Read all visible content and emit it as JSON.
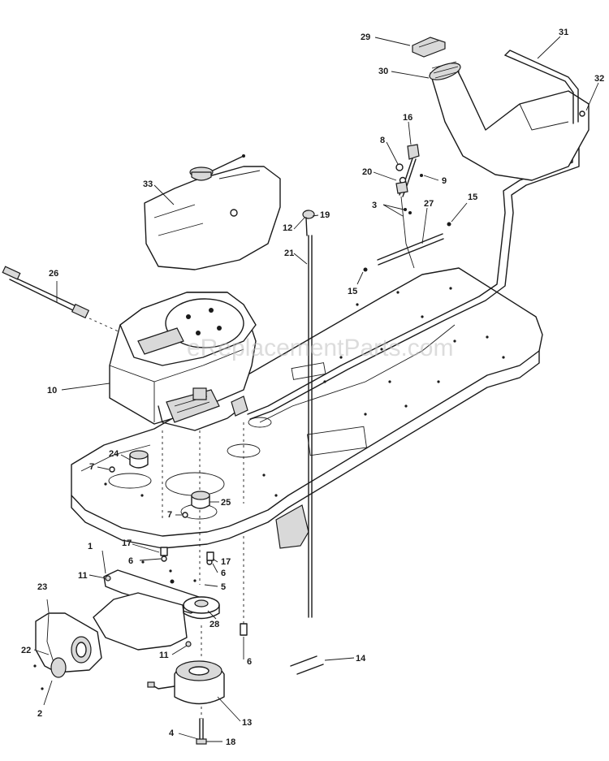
{
  "watermark": "eReplacementParts.com",
  "callouts": [
    {
      "id": "c1",
      "text": "1"
    },
    {
      "id": "c2",
      "text": "2"
    },
    {
      "id": "c3",
      "text": "3"
    },
    {
      "id": "c4",
      "text": "4"
    },
    {
      "id": "c5",
      "text": "5"
    },
    {
      "id": "c6a",
      "text": "6"
    },
    {
      "id": "c6b",
      "text": "6"
    },
    {
      "id": "c6c",
      "text": "6"
    },
    {
      "id": "c7a",
      "text": "7"
    },
    {
      "id": "c7b",
      "text": "7"
    },
    {
      "id": "c8",
      "text": "8"
    },
    {
      "id": "c9",
      "text": "9"
    },
    {
      "id": "c10",
      "text": "10"
    },
    {
      "id": "c11a",
      "text": "11"
    },
    {
      "id": "c11b",
      "text": "11"
    },
    {
      "id": "c12",
      "text": "12"
    },
    {
      "id": "c13",
      "text": "13"
    },
    {
      "id": "c14",
      "text": "14"
    },
    {
      "id": "c15a",
      "text": "15"
    },
    {
      "id": "c15b",
      "text": "15"
    },
    {
      "id": "c16",
      "text": "16"
    },
    {
      "id": "c17a",
      "text": "17"
    },
    {
      "id": "c17b",
      "text": "17"
    },
    {
      "id": "c18",
      "text": "18"
    },
    {
      "id": "c19",
      "text": "19"
    },
    {
      "id": "c20",
      "text": "20"
    },
    {
      "id": "c21",
      "text": "21"
    },
    {
      "id": "c22",
      "text": "22"
    },
    {
      "id": "c23",
      "text": "23"
    },
    {
      "id": "c24",
      "text": "24"
    },
    {
      "id": "c25",
      "text": "25"
    },
    {
      "id": "c26",
      "text": "26"
    },
    {
      "id": "c27",
      "text": "27"
    },
    {
      "id": "c28",
      "text": "28"
    },
    {
      "id": "c29",
      "text": "29"
    },
    {
      "id": "c30",
      "text": "30"
    },
    {
      "id": "c31",
      "text": "31"
    },
    {
      "id": "c32",
      "text": "32"
    },
    {
      "id": "c33",
      "text": "33"
    }
  ]
}
